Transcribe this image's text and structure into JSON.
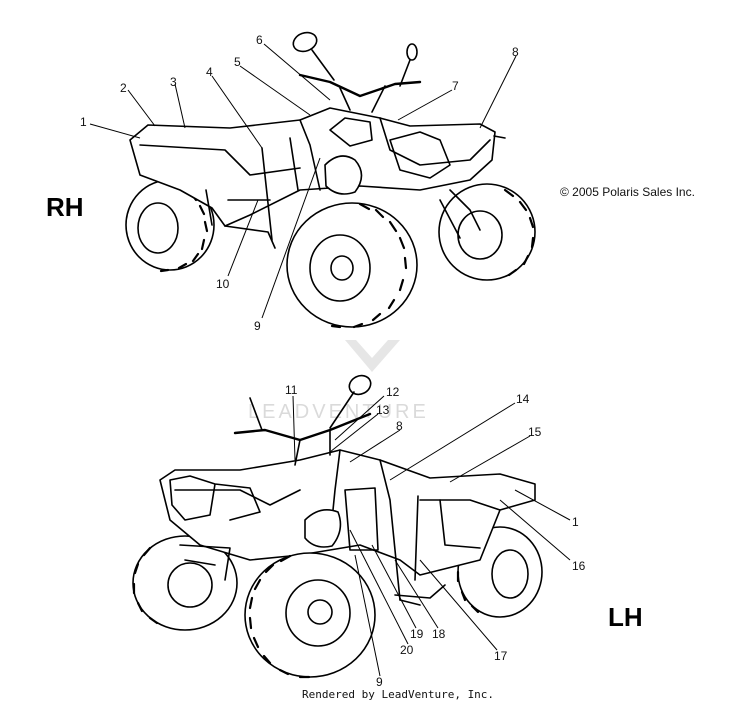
{
  "side_labels": {
    "right": "RH",
    "left": "LH"
  },
  "copyright": "© 2005 Polaris Sales Inc.",
  "watermark": "LEADVENTURE",
  "footer": "Rendered by LeadVenture, Inc.",
  "rh_callouts": [
    "1",
    "2",
    "3",
    "4",
    "5",
    "6",
    "7",
    "8",
    "9",
    "10"
  ],
  "lh_callouts": [
    "11",
    "12",
    "13",
    "8",
    "14",
    "15",
    "1",
    "16",
    "17",
    "18",
    "19",
    "20",
    "9"
  ]
}
